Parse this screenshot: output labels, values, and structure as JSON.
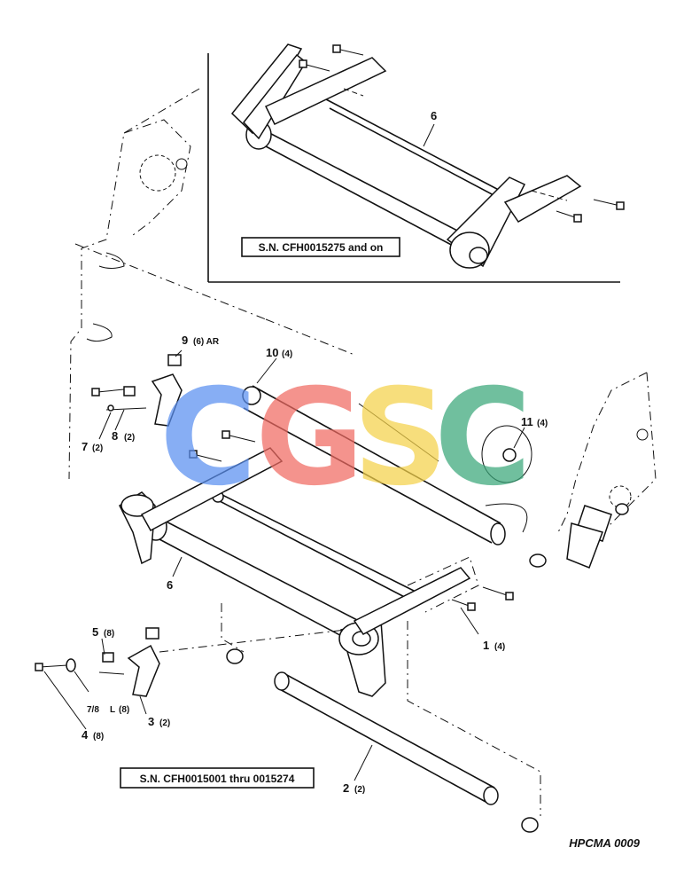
{
  "upper_box": {
    "caption": "S.N. CFH0015275 and on",
    "callout_6": "6"
  },
  "lower_box": {
    "caption": "S.N. CFH0015001 thru 0015274"
  },
  "callouts": {
    "c9": "9",
    "c9_qty": "(6) AR",
    "c10": "10",
    "c10_qty": "(4)",
    "c11": "11",
    "c11_qty": "(4)",
    "c7": "7",
    "c7_qty": "(2)",
    "c8": "8",
    "c8_qty": "(2)",
    "c6": "6",
    "c5": "5",
    "c5_qty": "(8)",
    "c1": "1",
    "c1_qty": "(4)",
    "c78": "7/8",
    "c78_l": "L",
    "c78_qty": "(8)",
    "c3": "3",
    "c3_qty": "(2)",
    "c4": "4",
    "c4_qty": "(8)",
    "c2": "2",
    "c2_qty": "(2)"
  },
  "figure_code": "HPCMA 0009",
  "watermark": {
    "letters": [
      "C",
      "G",
      "S",
      "C"
    ],
    "colors": [
      "#5a8ff0",
      "#f06a62",
      "#f5d24a",
      "#3aa77a"
    ]
  }
}
